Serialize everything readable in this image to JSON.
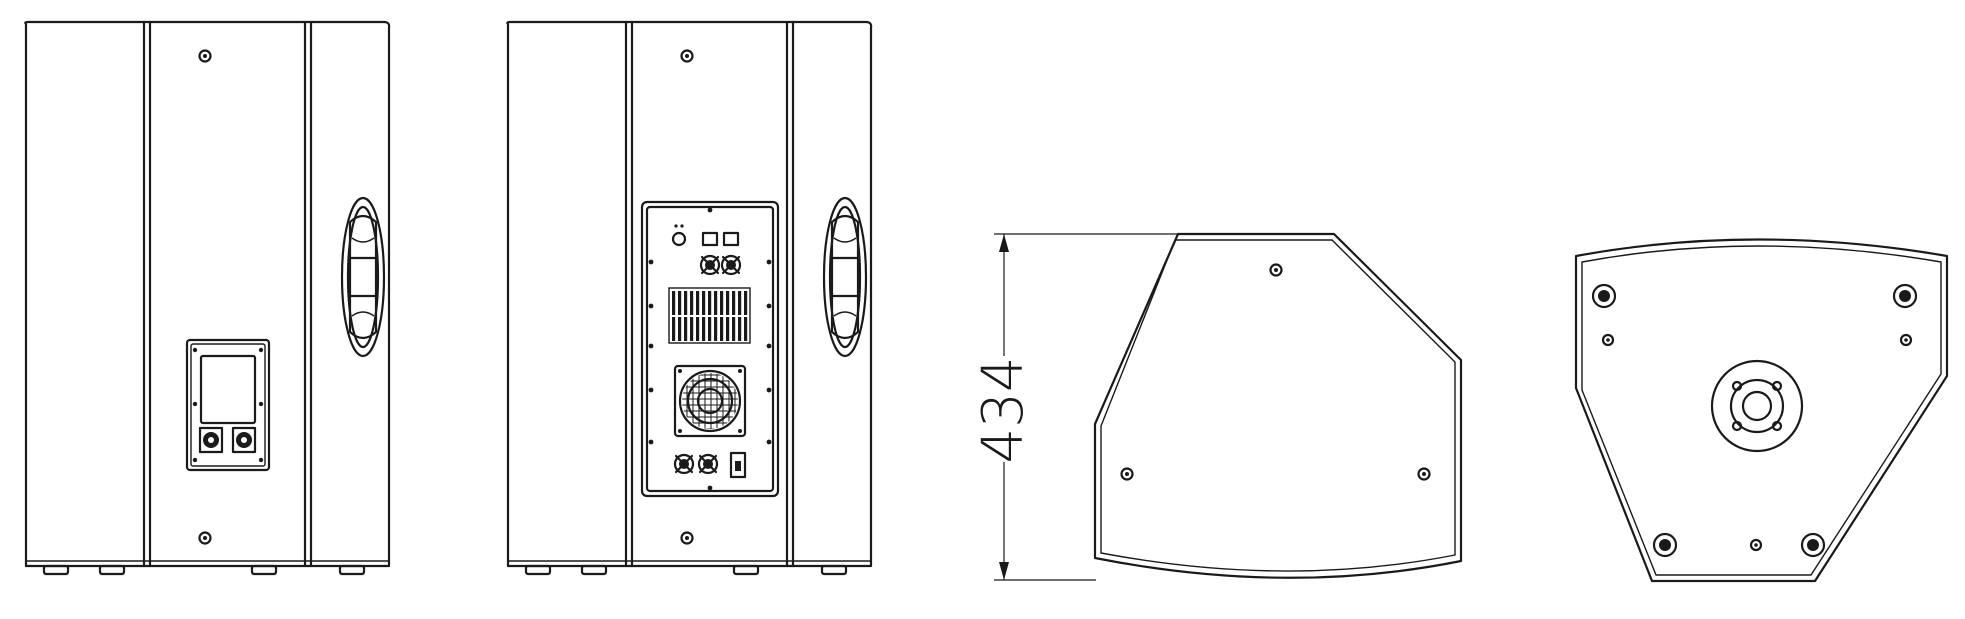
{
  "drawing": {
    "views": [
      "back-panel-view",
      "back-amplifier-view",
      "side-profile-view",
      "top-view"
    ],
    "dimension": {
      "height_value": "434"
    },
    "colors": {
      "line": "#1a1a1a",
      "background": "#ffffff"
    }
  }
}
